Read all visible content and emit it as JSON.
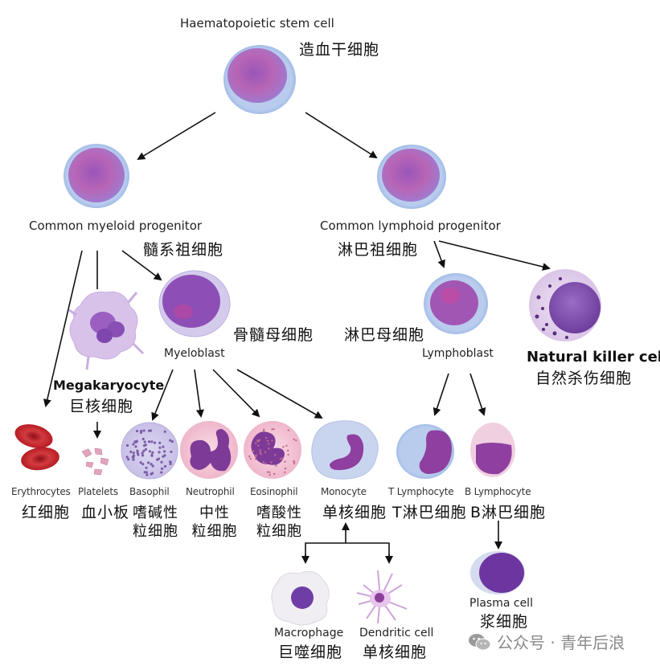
{
  "watermark": {
    "icon": "wechat-icon",
    "text": "公众号 · 青年后浪"
  },
  "cells": {
    "hsc": {
      "en": "Haematopoietic stem cell",
      "zh": "造血干细胞"
    },
    "cmp": {
      "en": "Common myeloid progenitor",
      "zh": "髓系祖细胞"
    },
    "clp": {
      "en": "Common lymphoid progenitor",
      "zh": "淋巴祖细胞"
    },
    "megakaryocyte": {
      "en": "Megakaryocyte",
      "zh": "巨核细胞"
    },
    "myeloblast": {
      "en": "Myeloblast",
      "zh": "骨髓母细胞"
    },
    "lymphoblast": {
      "en": "Lymphoblast",
      "zh": "淋巴母细胞"
    },
    "nk": {
      "en": "Natural killer cell",
      "zh": "自然杀伤细胞"
    },
    "erythrocytes": {
      "en": "Erythrocytes",
      "zh": "红细胞"
    },
    "platelets": {
      "en": "Platelets",
      "zh": "血小板"
    },
    "basophil": {
      "en": "Basophil",
      "zh1": "嗜碱性",
      "zh2": "粒细胞"
    },
    "neutrophil": {
      "en": "Neutrophil",
      "zh1": "中性",
      "zh2": "粒细胞"
    },
    "eosinophil": {
      "en": "Eosinophil",
      "zh1": "嗜酸性",
      "zh2": "粒细胞"
    },
    "monocyte": {
      "en": "Monocyte",
      "zh": "单核细胞"
    },
    "t_lymphocyte": {
      "en": "T Lymphocyte",
      "zh": "T淋巴细胞"
    },
    "b_lymphocyte": {
      "en": "B Lymphocyte",
      "zh": "B淋巴细胞"
    },
    "macrophage": {
      "en": "Macrophage",
      "zh": "巨噬细胞"
    },
    "dendritic": {
      "en": "Dendritic cell",
      "zh": "单核细胞"
    },
    "plasma": {
      "en": "Plasma cell",
      "zh": "浆细胞"
    }
  },
  "colors": {
    "membrane_blue": "#a9c3ea",
    "nucleus_magenta": "#b25fb4",
    "nucleus_purple": "#7a3fa3",
    "granulocyte_pink": "#f3c4d8",
    "erythrocyte_red": "#c0222a",
    "arrow": "#111111"
  }
}
